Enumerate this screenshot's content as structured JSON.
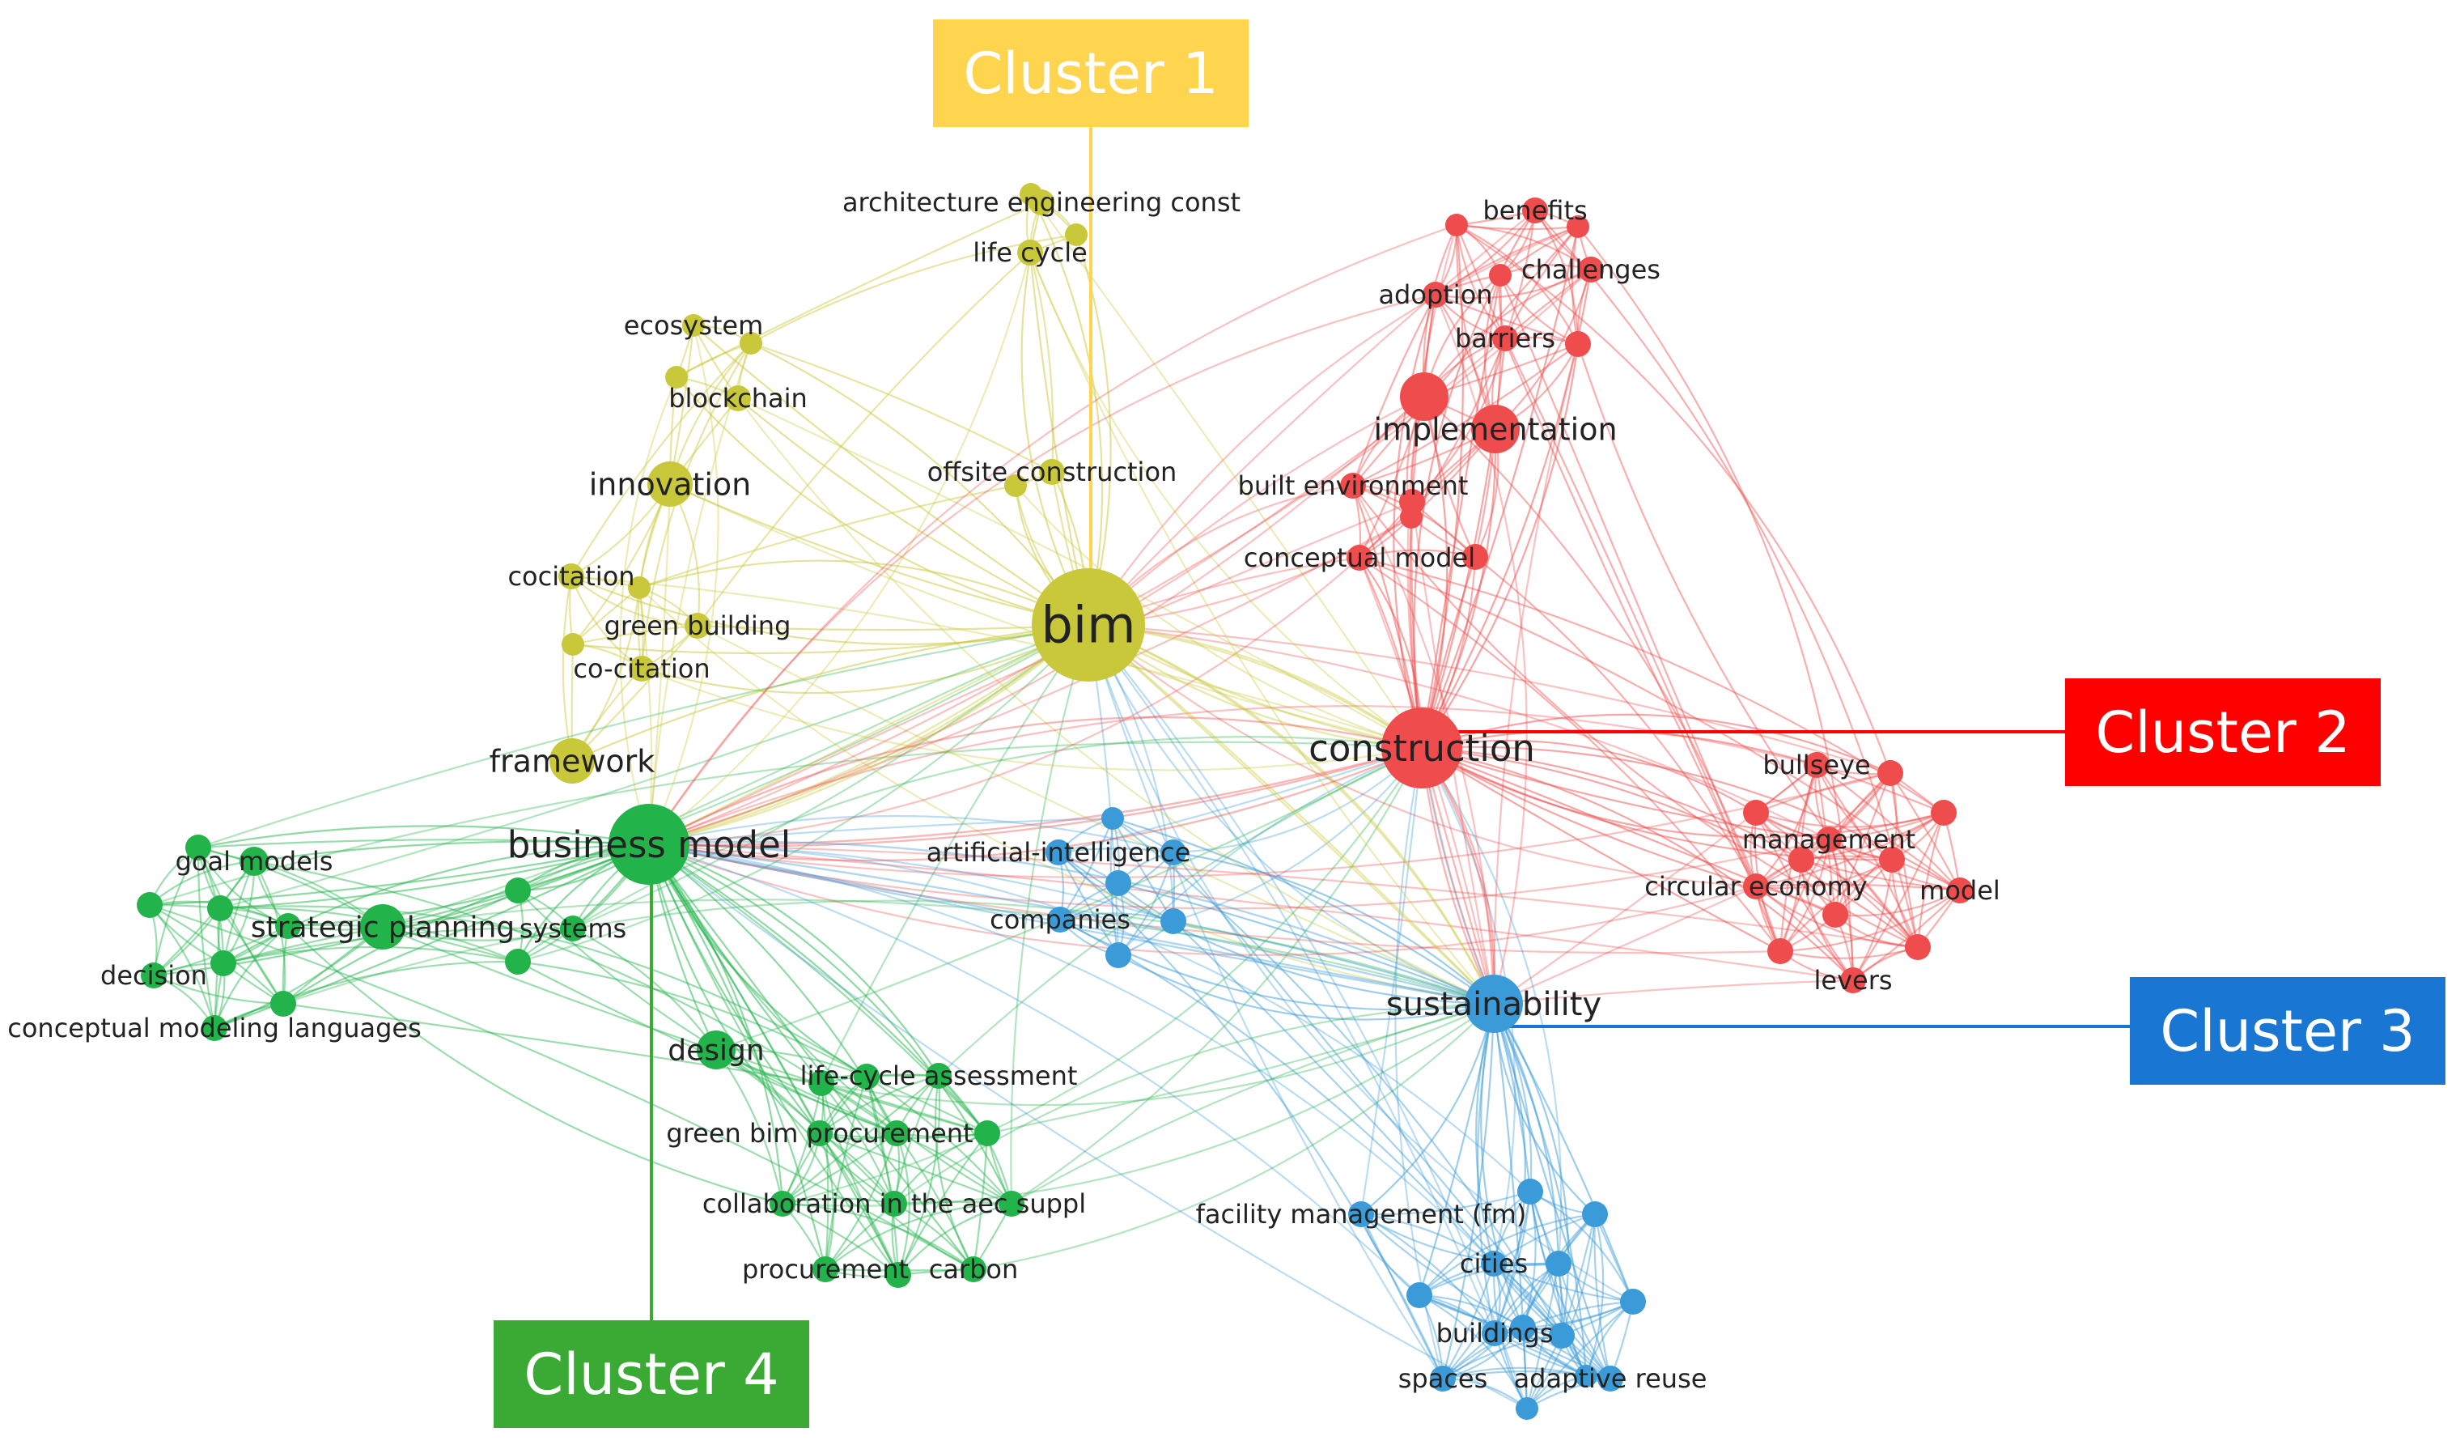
{
  "colors": {
    "cluster1": "#c9c83a",
    "cluster2": "#ef4d4d",
    "cluster3": "#3b9bd8",
    "cluster4": "#22b34b",
    "badge1": "#ffd54f",
    "badge2": "#ff0000",
    "badge3": "#1976d2",
    "badge4": "#3aaa35"
  },
  "badges": {
    "cluster1": "Cluster 1",
    "cluster2": "Cluster 2",
    "cluster3": "Cluster 3",
    "cluster4": "Cluster 4"
  },
  "nodes": [
    {
      "id": "bim",
      "label": "bim",
      "cluster": 1
    },
    {
      "id": "innovation",
      "label": "innovation",
      "cluster": 1
    },
    {
      "id": "framework",
      "label": "framework",
      "cluster": 1
    },
    {
      "id": "ecosystem",
      "label": "ecosystem",
      "cluster": 1
    },
    {
      "id": "blockchain",
      "label": "blockchain",
      "cluster": 1
    },
    {
      "id": "cocitation",
      "label": "cocitation",
      "cluster": 1
    },
    {
      "id": "green_building",
      "label": "green building",
      "cluster": 1
    },
    {
      "id": "co_citation",
      "label": "co-citation",
      "cluster": 1
    },
    {
      "id": "arch_eng",
      "label": "architecture engineering const",
      "cluster": 1
    },
    {
      "id": "life_cycle",
      "label": "life cycle",
      "cluster": 1
    },
    {
      "id": "offsite",
      "label": "offsite construction",
      "cluster": 1
    },
    {
      "id": "construction",
      "label": "construction",
      "cluster": 2
    },
    {
      "id": "implementation",
      "label": "implementation",
      "cluster": 2
    },
    {
      "id": "benefits",
      "label": "benefits",
      "cluster": 2
    },
    {
      "id": "challenges",
      "label": "challenges",
      "cluster": 2
    },
    {
      "id": "adoption",
      "label": "adoption",
      "cluster": 2
    },
    {
      "id": "barriers",
      "label": "barriers",
      "cluster": 2
    },
    {
      "id": "built_env",
      "label": "built environment",
      "cluster": 2
    },
    {
      "id": "conceptual_model",
      "label": "conceptual model",
      "cluster": 2
    },
    {
      "id": "bullseye",
      "label": "bullseye",
      "cluster": 2
    },
    {
      "id": "management",
      "label": "management",
      "cluster": 2
    },
    {
      "id": "circular_economy",
      "label": "circular economy",
      "cluster": 2
    },
    {
      "id": "model",
      "label": "model",
      "cluster": 2
    },
    {
      "id": "levers",
      "label": "levers",
      "cluster": 2
    },
    {
      "id": "sustainability",
      "label": "sustainability",
      "cluster": 3
    },
    {
      "id": "artificial_intelligence",
      "label": "artificial-intelligence",
      "cluster": 3
    },
    {
      "id": "companies",
      "label": "companies",
      "cluster": 3
    },
    {
      "id": "facility_management",
      "label": "facility management (fm)",
      "cluster": 3
    },
    {
      "id": "cities",
      "label": "cities",
      "cluster": 3
    },
    {
      "id": "buildings",
      "label": "buildings",
      "cluster": 3
    },
    {
      "id": "spaces",
      "label": "spaces",
      "cluster": 3
    },
    {
      "id": "adaptive_reuse",
      "label": "adaptive reuse",
      "cluster": 3
    },
    {
      "id": "business_model",
      "label": "business model",
      "cluster": 4
    },
    {
      "id": "goal_models",
      "label": "goal models",
      "cluster": 4
    },
    {
      "id": "strategic_planning",
      "label": "strategic planning",
      "cluster": 4
    },
    {
      "id": "systems",
      "label": "systems",
      "cluster": 4
    },
    {
      "id": "decision",
      "label": "decision",
      "cluster": 4
    },
    {
      "id": "conceptual_modeling_languages",
      "label": "conceptual modeling languages",
      "cluster": 4
    },
    {
      "id": "design",
      "label": "design",
      "cluster": 4
    },
    {
      "id": "lca",
      "label": "life-cycle assessment",
      "cluster": 4
    },
    {
      "id": "green_bim_procurement",
      "label": "green bim procurement",
      "cluster": 4
    },
    {
      "id": "collaboration",
      "label": "collaboration in the aec suppl",
      "cluster": 4
    },
    {
      "id": "procurement",
      "label": "procurement",
      "cluster": 4
    },
    {
      "id": "carbon",
      "label": "carbon",
      "cluster": 4
    }
  ]
}
